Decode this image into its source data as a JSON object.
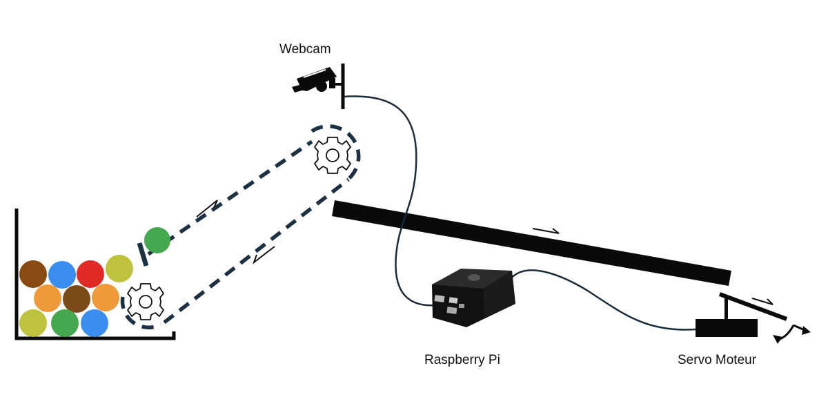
{
  "labels": {
    "webcam": "Webcam",
    "raspberry_pi": "Raspberry Pi",
    "servo": "Servo Moteur"
  },
  "balls": [
    {
      "color": "#8a4b12"
    },
    {
      "color": "#3a8ef0"
    },
    {
      "color": "#e02a25"
    },
    {
      "color": "#bfc23e"
    },
    {
      "color": "#ef9a3a"
    },
    {
      "color": "#7a4a18"
    },
    {
      "color": "#ef9a3a"
    },
    {
      "color": "#bfc23e"
    },
    {
      "color": "#46a84e"
    },
    {
      "color": "#3a8ef0"
    }
  ],
  "carried_ball": {
    "color": "#46a84e"
  },
  "colors": {
    "belt": "#1d3142",
    "ink": "#0a0a0a",
    "pi_body": "#111111"
  }
}
